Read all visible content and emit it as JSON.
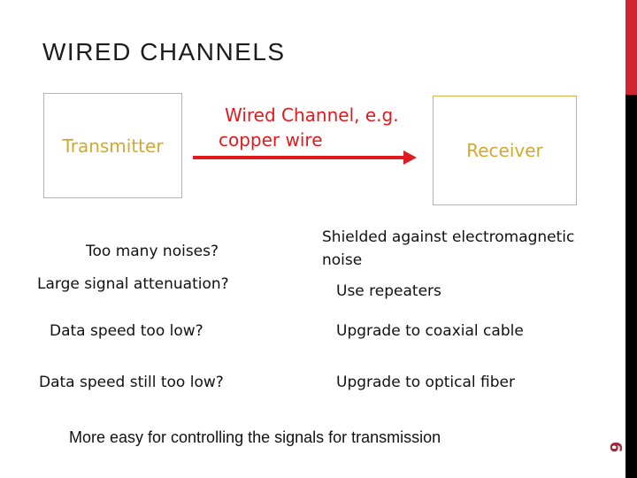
{
  "slide": {
    "title": "WIRED CHANNELS",
    "page_number": "6",
    "footer_note": "More easy for controlling the signals for transmission",
    "diagram": {
      "transmitter_label": "Transmitter",
      "receiver_label": "Receiver",
      "channel_label_line1": "Wired Channel, e.g.",
      "channel_label_line2": "copper wire",
      "arrow_icon": "right-arrow"
    },
    "qa_rows": [
      {
        "question": "Too many noises?",
        "answer": "Shielded against electromagnetic noise"
      },
      {
        "question": "Large signal attenuation?",
        "answer": "Use repeaters"
      },
      {
        "question": "Data speed too low?",
        "answer": "Upgrade to coaxial cable"
      },
      {
        "question": "Data speed still too low?",
        "answer": "Upgrade to optical fiber"
      }
    ],
    "colors": {
      "background": "#ffffff",
      "title_text": "#1c1c1c",
      "body_text": "#111111",
      "accent_red": "#e01a1d",
      "sidebar_red": "#d02530",
      "sidebar_black": "#000000",
      "gold_border": "#d9b44a",
      "gold_text": "#d2a92f",
      "page_number_color": "#9e2b3b"
    }
  }
}
